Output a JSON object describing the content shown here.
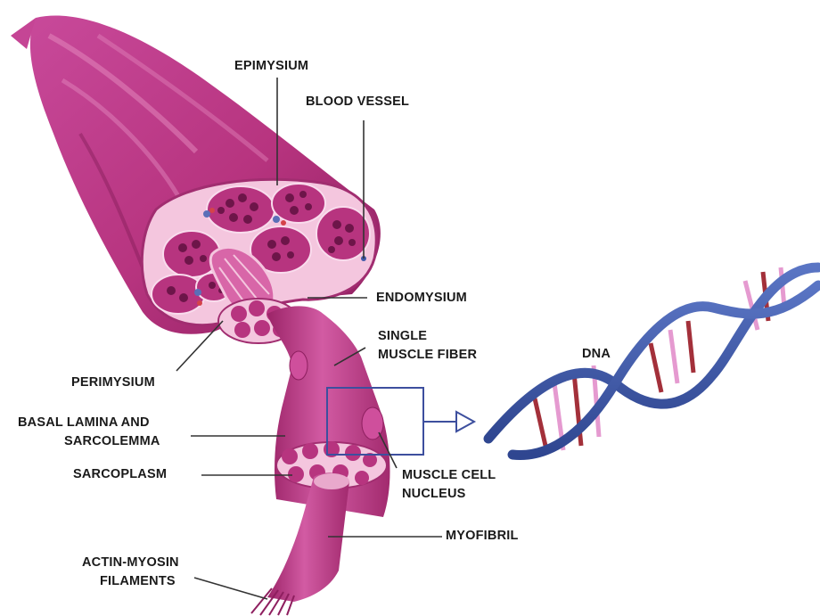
{
  "labels": {
    "epimysium": "EPIMYSIUM",
    "blood_vessel": "BLOOD VESSEL",
    "endomysium": "ENDOMYSIUM",
    "single_muscle_fiber": [
      "SINGLE",
      "MUSCLE FIBER"
    ],
    "perimysium": "PERIMYSIUM",
    "basal_lamina": [
      "BASAL LAMINA AND",
      "SARCOLEMMA"
    ],
    "sarcoplasm": "SARCOPLASM",
    "muscle_cell_nucleus": [
      "MUSCLE CELL",
      "NUCLEUS"
    ],
    "myofibril": "MYOFIBRIL",
    "actin_myosin": [
      "ACTIN-MYOSIN",
      "FILAMENTS"
    ],
    "dna": "DNA"
  },
  "colors": {
    "muscle": "#b7347f",
    "muscle_dark": "#8e1f5f",
    "muscle_light": "#e9a9cc",
    "connective": "#f4c6de",
    "fascicle_hole": "#6d1549",
    "dna_backbone": "#3f58a8",
    "dna_rung_red": "#a3303a",
    "dna_rung_pink": "#e59ad0",
    "leader_line": "#333333",
    "box": "#3d4f9e"
  }
}
